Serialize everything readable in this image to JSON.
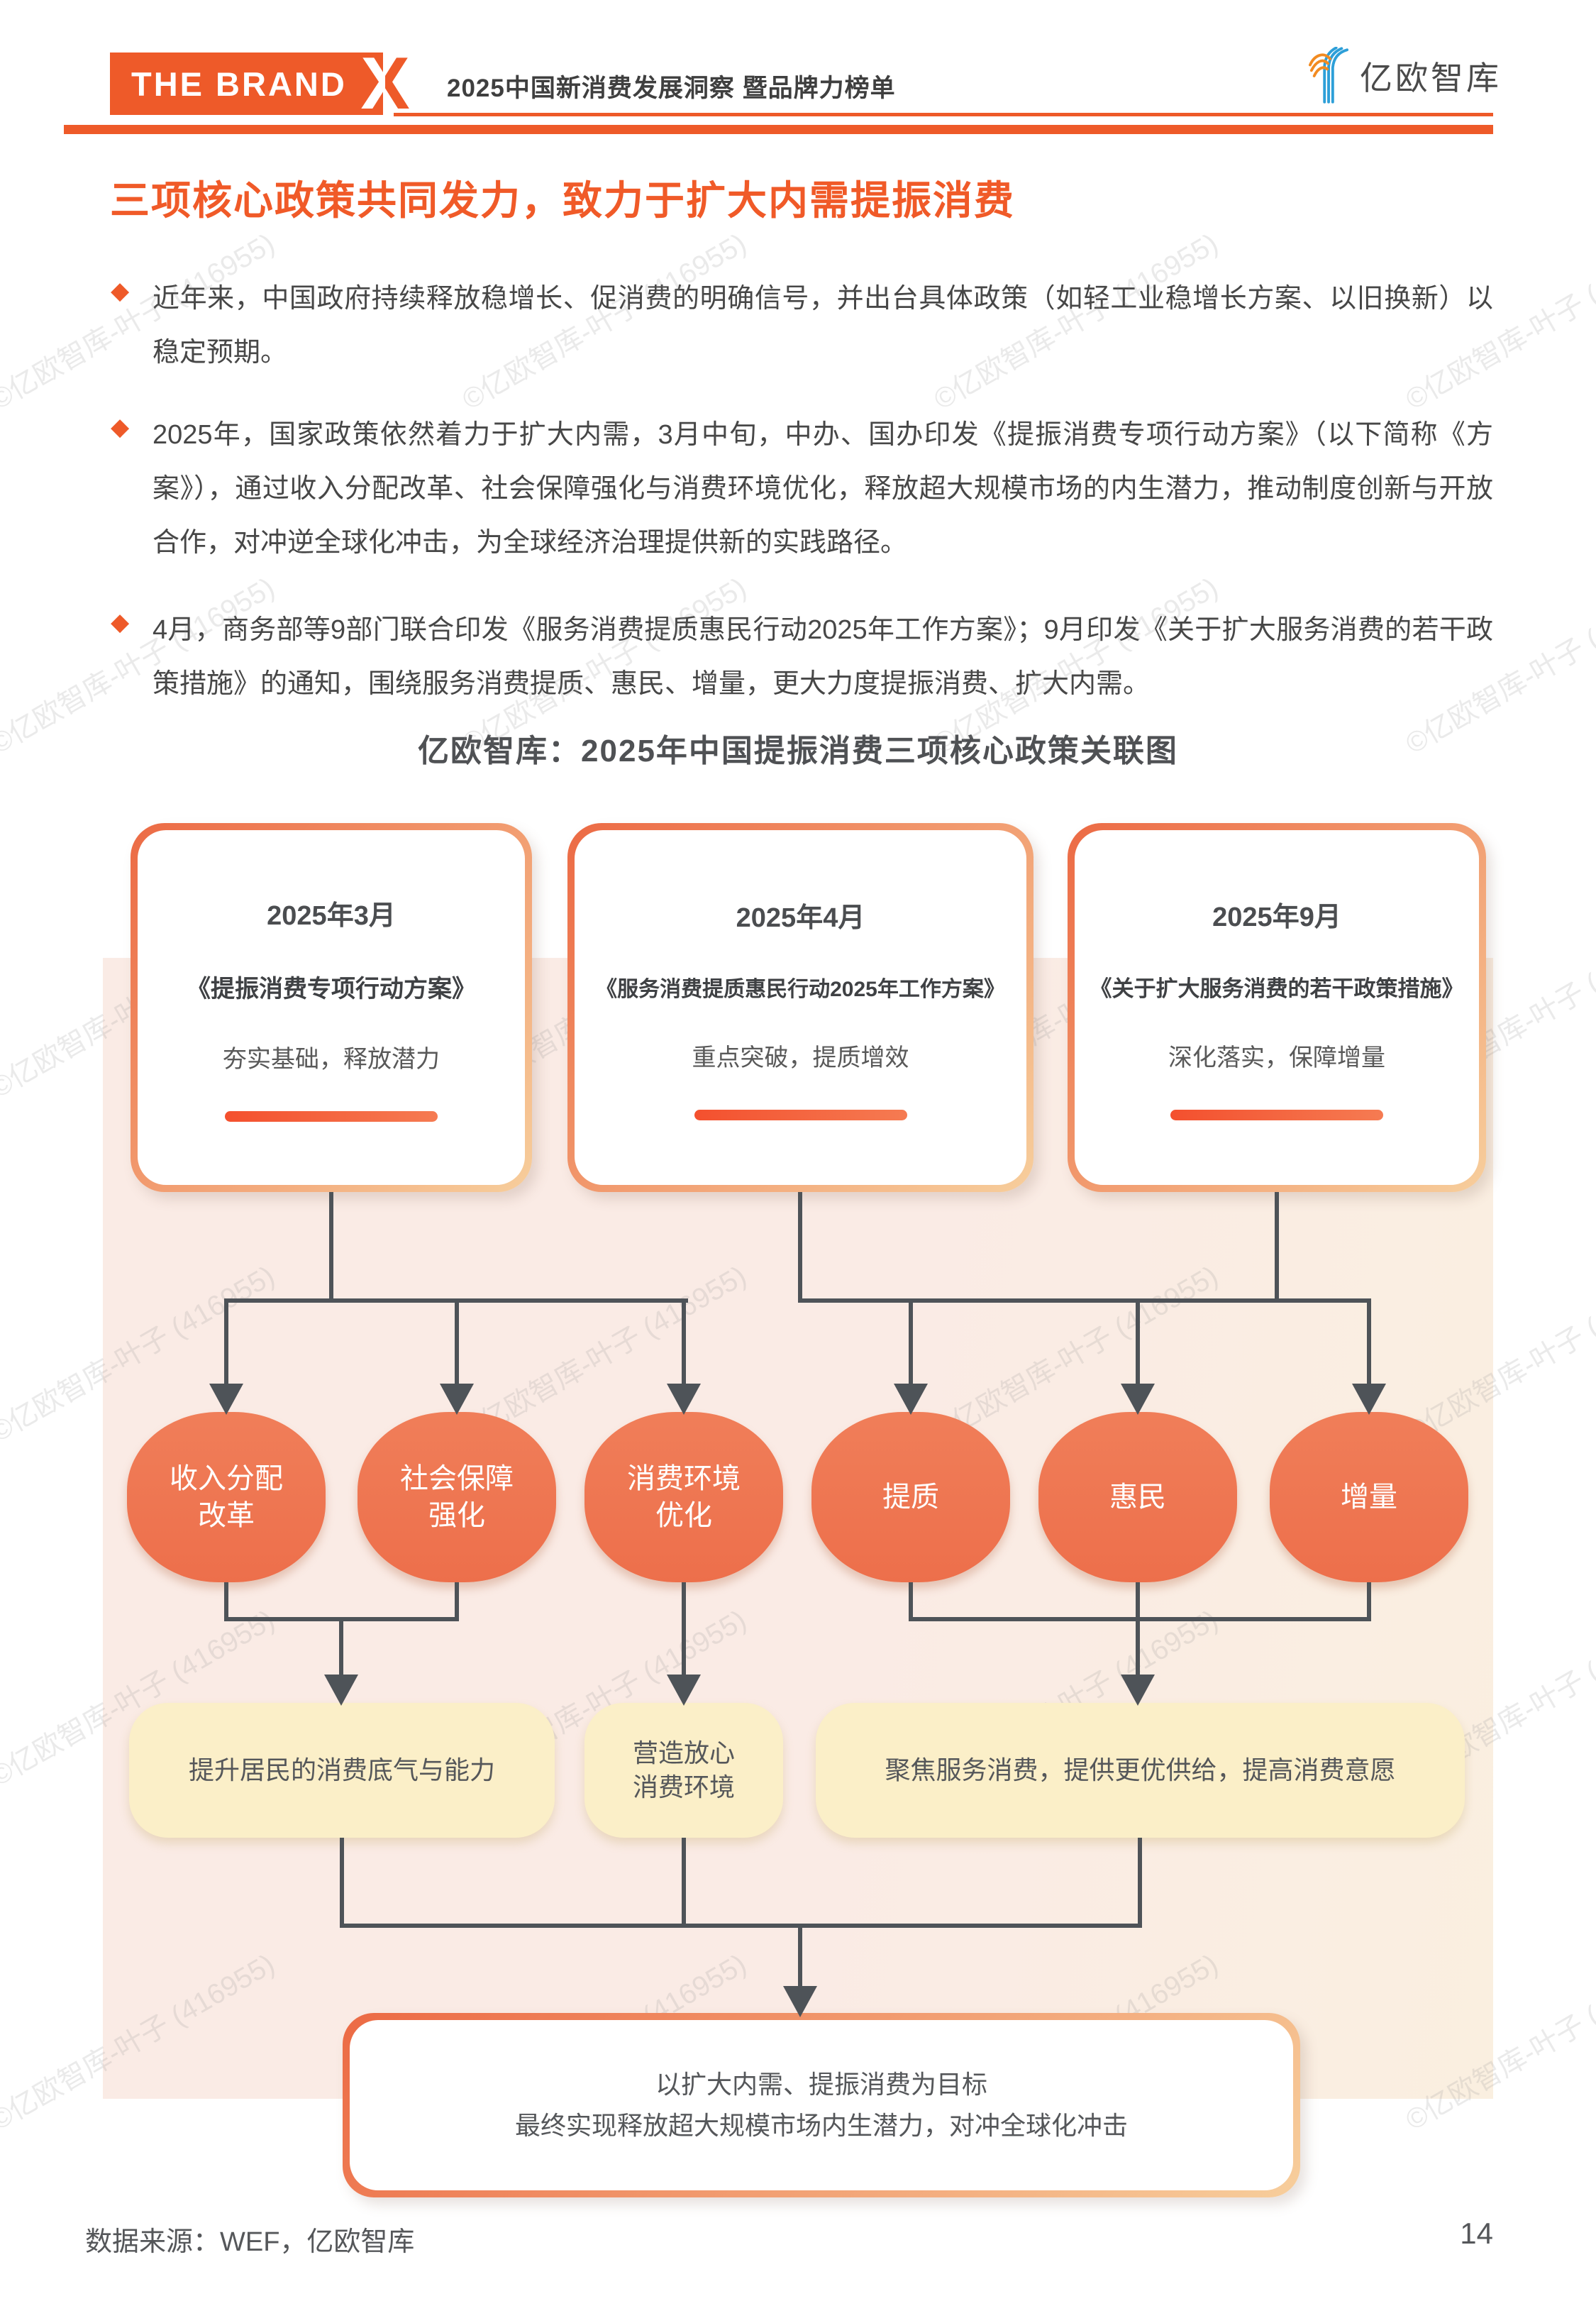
{
  "header": {
    "logo_text": "THE BRAND",
    "logo_mark": "X",
    "doc_subtitle": "2025中国新消费发展洞察 暨品牌力榜单",
    "org_name": "亿欧智库"
  },
  "title": "三项核心政策共同发力，致力于扩大内需提振消费",
  "bullet_glyph": "◆",
  "bullets": [
    "近年来，中国政府持续释放稳增长、促消费的明确信号，并出台具体政策（如轻工业稳增长方案、以旧换新）以稳定预期。",
    "2025年，国家政策依然着力于扩大内需，3月中旬，中办、国办印发《提振消费专项行动方案》（以下简称《方案》），通过收入分配改革、社会保障强化与消费环境优化，释放超大规模市场的内生潜力，推动制度创新与开放合作，对冲逆全球化冲击，为全球经济治理提供新的实践路径。",
    "4月，商务部等9部门联合印发《服务消费提质惠民行动2025年工作方案》；9月印发《关于扩大服务消费的若干政策措施》的通知，围绕服务消费提质、惠民、增量，更大力度提振消费、扩大内需。"
  ],
  "diagram": {
    "caption": "亿欧智库：2025年中国提振消费三项核心政策关联图",
    "policies": [
      {
        "date": "2025年3月",
        "name": "《提振消费专项行动方案》",
        "tagline": "夯实基础，释放潜力"
      },
      {
        "date": "2025年4月",
        "name": "《服务消费提质惠民行动2025年工作方案》",
        "tagline": "重点突破，提质增效"
      },
      {
        "date": "2025年9月",
        "name": "《关于扩大服务消费的若干政策措施》",
        "tagline": "深化落实，保障增量"
      }
    ],
    "measures": [
      {
        "lines": [
          "收入分配",
          "改革"
        ]
      },
      {
        "lines": [
          "社会保障",
          "强化"
        ]
      },
      {
        "lines": [
          "消费环境",
          "优化"
        ]
      },
      {
        "lines": [
          "提质"
        ]
      },
      {
        "lines": [
          "惠民"
        ]
      },
      {
        "lines": [
          "增量"
        ]
      }
    ],
    "outcomes": [
      {
        "lines": [
          "提升居民的消费底气与能力"
        ]
      },
      {
        "lines": [
          "营造放心",
          "消费环境"
        ]
      },
      {
        "lines": [
          "聚焦服务消费，提供更优供给，提高消费意愿"
        ]
      }
    ],
    "goal_lines": [
      "以扩大内需、提振消费为目标",
      "最终实现释放超大规模市场内生潜力，对冲全球化冲击"
    ]
  },
  "footer": {
    "source": "数据来源：WEF，亿欧智库",
    "page_number": "14"
  },
  "watermark_text": "©亿欧智库-叶子 (416955)",
  "colors": {
    "accent": "#EE5A29",
    "title_orange": "#F05A28",
    "coral_node": "#EE7450",
    "cream_box": "#FBEFC8",
    "pink_bg": "#FAEBE5",
    "connector": "#4E5358",
    "logo_orange": "#F28B21",
    "logo_blue": "#2D9FD8"
  }
}
